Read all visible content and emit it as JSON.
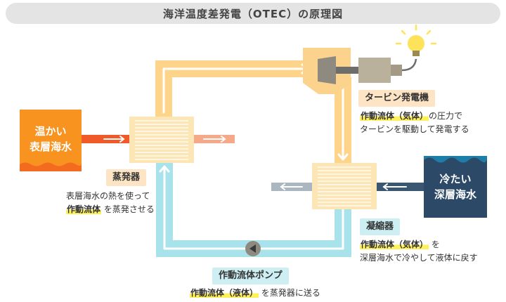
{
  "title": "海洋温度差発電（OTEC）の原理図",
  "warm_sea": {
    "line1": "温かい",
    "line2": "表層海水"
  },
  "cold_sea": {
    "line1": "冷たい",
    "line2": "深層海水"
  },
  "turbine": {
    "label": "タービン発電機",
    "desc_hl": "作動流体（気体）",
    "desc_rest": "の圧力で",
    "desc_line2": "タービンを駆動して発電する"
  },
  "evaporator": {
    "label": "蒸発器",
    "desc_line1": "表層海水の熱を使って",
    "desc_hl": "作動流体",
    "desc_rest": "を蒸発させる"
  },
  "condenser": {
    "label": "凝縮器",
    "desc_hl": "作動流体（気体）",
    "desc_rest": "を",
    "desc_line2": "深層海水で冷やして液体に戻す"
  },
  "pump": {
    "label": "作動流体ポンプ",
    "desc_hl": "作動流体（液体）",
    "desc_rest": "を蒸発器に送る"
  },
  "colors": {
    "warm_box": "#f7931e",
    "cold_box": "#2c4a68",
    "hot_pipe": "#fdd48a",
    "cold_pipe": "#a8e2ea",
    "hot_sea_arrow": "#ef5a28",
    "cold_sea_arrow": "#3a5670",
    "exchanger": "#fde6b5",
    "turbine_casing": "#fbd38d",
    "generator": "#b9b19c",
    "bulb": "#fde25a"
  }
}
